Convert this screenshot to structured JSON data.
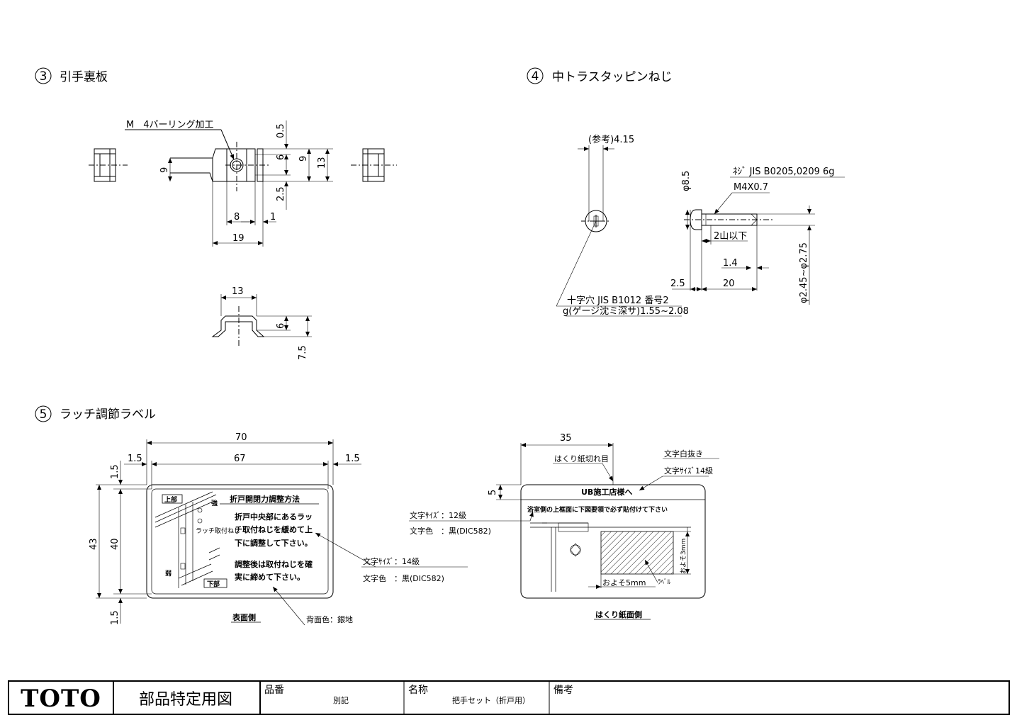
{
  "sections": {
    "s3": {
      "num": "3",
      "title": "引手裏板"
    },
    "s4": {
      "num": "4",
      "title": "中トラスタッピンねじ"
    },
    "s5": {
      "num": "5",
      "title": "ラッチ調節ラベル"
    }
  },
  "part3": {
    "burring_note": "M　4バーリング加工",
    "dims": {
      "d05": "0.5",
      "d6": "6",
      "d9a": "9",
      "d13": "13",
      "d25": "2.5",
      "d9b": "9",
      "d8": "8",
      "d1": "1",
      "d19": "19",
      "d13b": "13",
      "d6b": "6",
      "d75": "7.5"
    }
  },
  "part4": {
    "ref_len": "(参考)4.15",
    "thread_spec": "ﾈｼﾞ JIS B0205,0209 6g",
    "thread_size": "M4X0.7",
    "head_dia": "φ8.5",
    "cross_recess": "十字穴 JIS B1012 番号2",
    "gauge_depth": "g(ゲージ沈ミ深サ)1.55~2.08",
    "thread_note": "2山以下",
    "d14": "1.4",
    "d25": "2.5",
    "d20": "20",
    "tip_dia": "φ2.45~φ2.75"
  },
  "part5": {
    "dims": {
      "w70": "70",
      "w67": "67",
      "m15a": "1.5",
      "m15b": "1.5",
      "h15a": "1.5",
      "h43": "43",
      "h40": "40",
      "h15b": "1.5",
      "w35": "35",
      "h5": "5"
    },
    "front": {
      "top_tag": "上部",
      "bottom_tag": "下部",
      "heading": "折戸開閉力調整方法",
      "lines": [
        "折戸中央部にあるラッ",
        "チ取付ねじを緩めて上",
        "下に調整して下さい。",
        "",
        "調整後は取付ねじを確",
        "実に締めて下さい。"
      ],
      "latch_note": "ラッチ取付ねじ",
      "arrow_up": "強",
      "arrow_down": "弱",
      "caption": "表面側",
      "bg_note": "背面色：銀地",
      "text_size": "文字ｻｲｽﾞ：14級",
      "text_color": "文字色　：黒(DIC582)"
    },
    "back": {
      "header": "UB施工店様へ",
      "instruction": "浴室側の上框面に下図要領で必ず貼付けて下さい",
      "peel_cut": "はくり紙切れ目",
      "white_text": "文字白抜き",
      "size14": "文字ｻｲｽﾞ14級",
      "size12": "文字ｻｲｽﾞ：12級",
      "color": "文字色　：黒(DIC582)",
      "approx3": "およそ3mm",
      "approx5": "およそ5mm",
      "label": "ﾗﾍﾞﾙ",
      "caption": "はくり紙面側"
    }
  },
  "title_block": {
    "logo": "TOTO",
    "title": "部品特定用図",
    "part_no_label": "品番",
    "part_no_value": "別記",
    "name_label": "名称",
    "name_value": "把手セット（折戸用）",
    "remarks_label": "備考"
  }
}
